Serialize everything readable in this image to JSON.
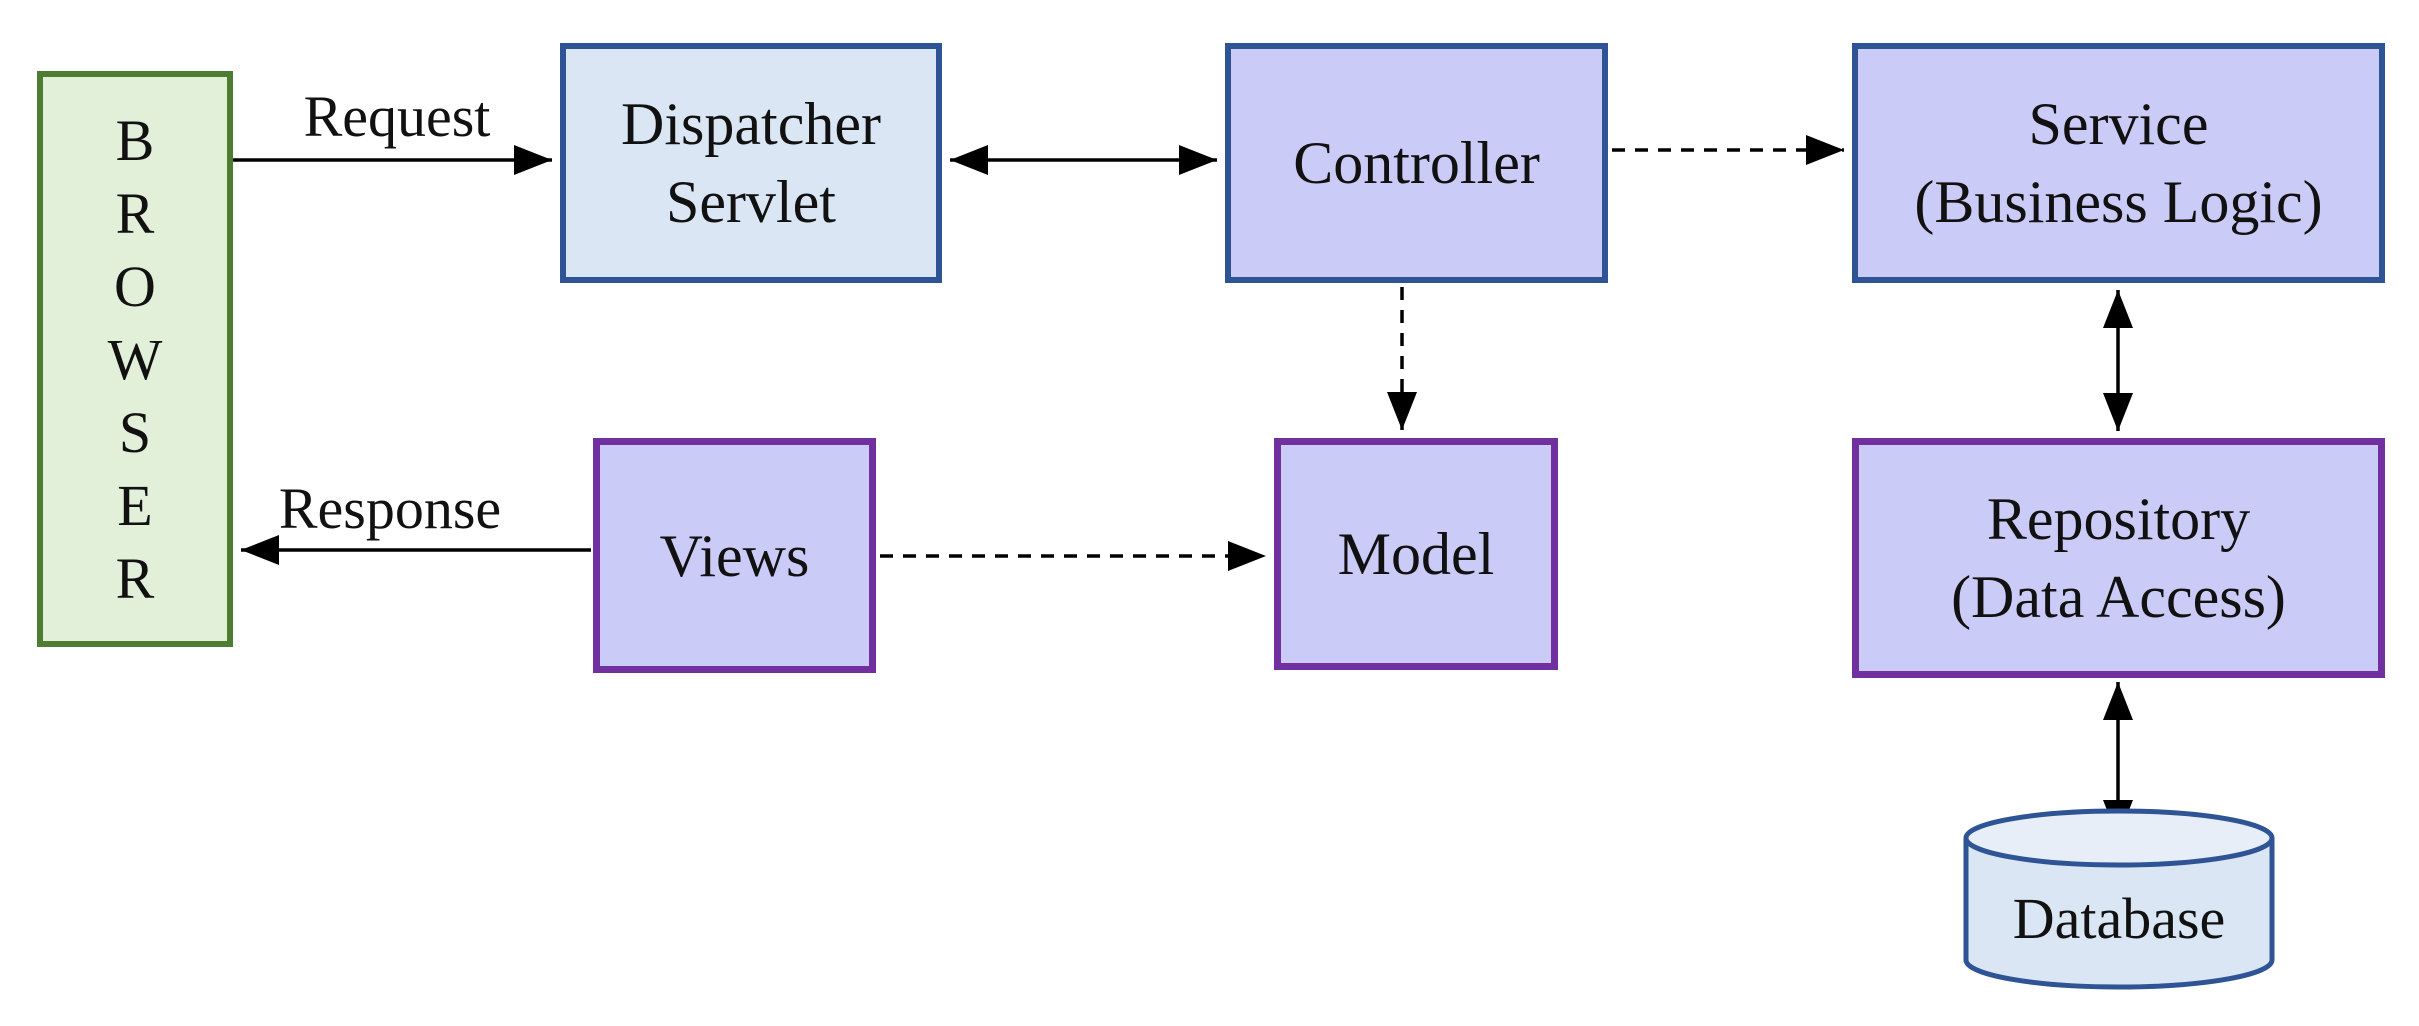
{
  "diagram": {
    "type": "flowchart",
    "title": "",
    "nodes": {
      "browser": {
        "label": "BROWSER",
        "orientation": "vertical",
        "shape": "rect",
        "fill": "#e2efd9",
        "border": "#4e7d31"
      },
      "dispatcher_servlet": {
        "line1": "Dispatcher",
        "line2": "Servlet",
        "shape": "rect",
        "fill": "#dbe6f4",
        "border": "#2e5496"
      },
      "controller": {
        "label": "Controller",
        "shape": "rect",
        "fill": "#cbcbf7",
        "border": "#2e5496"
      },
      "service": {
        "line1": "Service",
        "line2": "(Business Logic)",
        "shape": "rect",
        "fill": "#cbcbf7",
        "border": "#2e5496"
      },
      "views": {
        "label": "Views",
        "shape": "rect",
        "fill": "#cbcbf7",
        "border": "#7030a0"
      },
      "model": {
        "label": "Model",
        "shape": "rect",
        "fill": "#cbcbf7",
        "border": "#7030a0"
      },
      "repository": {
        "line1": "Repository",
        "line2": "(Data Access)",
        "shape": "rect",
        "fill": "#cbcbf7",
        "border": "#7030a0"
      },
      "database": {
        "label": "Database",
        "shape": "cylinder",
        "fill": "#dbe6f4",
        "border": "#2e5496"
      }
    },
    "edges": [
      {
        "from": "browser",
        "to": "dispatcher_servlet",
        "label": "Request",
        "style": "solid",
        "direction": "forward"
      },
      {
        "from": "dispatcher_servlet",
        "to": "controller",
        "label": "",
        "style": "solid",
        "direction": "both"
      },
      {
        "from": "controller",
        "to": "service",
        "label": "",
        "style": "dashed",
        "direction": "forward"
      },
      {
        "from": "controller",
        "to": "model",
        "label": "",
        "style": "dashed",
        "direction": "forward"
      },
      {
        "from": "views",
        "to": "model",
        "label": "",
        "style": "dashed",
        "direction": "forward"
      },
      {
        "from": "views",
        "to": "browser",
        "label": "Response",
        "style": "solid",
        "direction": "forward"
      },
      {
        "from": "service",
        "to": "repository",
        "label": "",
        "style": "solid",
        "direction": "both"
      },
      {
        "from": "repository",
        "to": "database",
        "label": "",
        "style": "solid",
        "direction": "both"
      }
    ]
  },
  "colors": {
    "lavender-fill": "#cbcbf7",
    "pale-blue-fill": "#dbe6f4",
    "pale-green-fill": "#e2efd9",
    "blue-border": "#2e5496",
    "purple-border": "#7030a0",
    "green-border": "#4e7d31",
    "arrow": "#000000",
    "text": "#111111",
    "background": "#ffffff"
  }
}
